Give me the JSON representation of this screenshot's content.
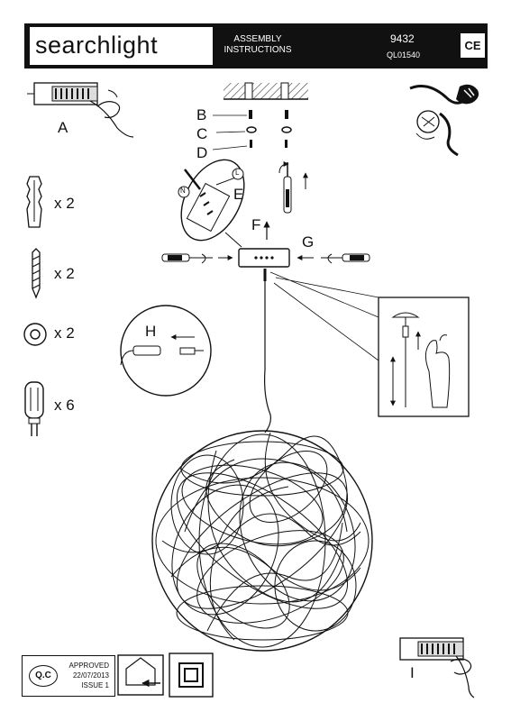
{
  "header": {
    "brand": "searchlight",
    "title_line1": "ASSEMBLY",
    "title_line2": "INSTRUCTIONS",
    "model_number": "9432",
    "product_code": "QL01540",
    "certification_mark": "CE"
  },
  "step_labels": {
    "a": "A",
    "b": "B",
    "c": "C",
    "d": "D",
    "e": "E",
    "f": "F",
    "g": "G",
    "h": "H",
    "i": "I"
  },
  "wiring_markers": {
    "neutral": "N",
    "live": "L"
  },
  "parts_list": [
    {
      "icon": "wall-plug-icon",
      "quantity": "x 2"
    },
    {
      "icon": "screw-icon",
      "quantity": "x 2"
    },
    {
      "icon": "washer-icon",
      "quantity": "x 2"
    },
    {
      "icon": "g4-bulb-icon",
      "quantity": "x 6"
    }
  ],
  "quality_control": {
    "badge": "Q.C",
    "status": "APPROVED",
    "date": "22/07/2013",
    "issue": "ISSUE 1"
  },
  "symbols": [
    "indoor-use-icon",
    "double-insulation-icon"
  ]
}
